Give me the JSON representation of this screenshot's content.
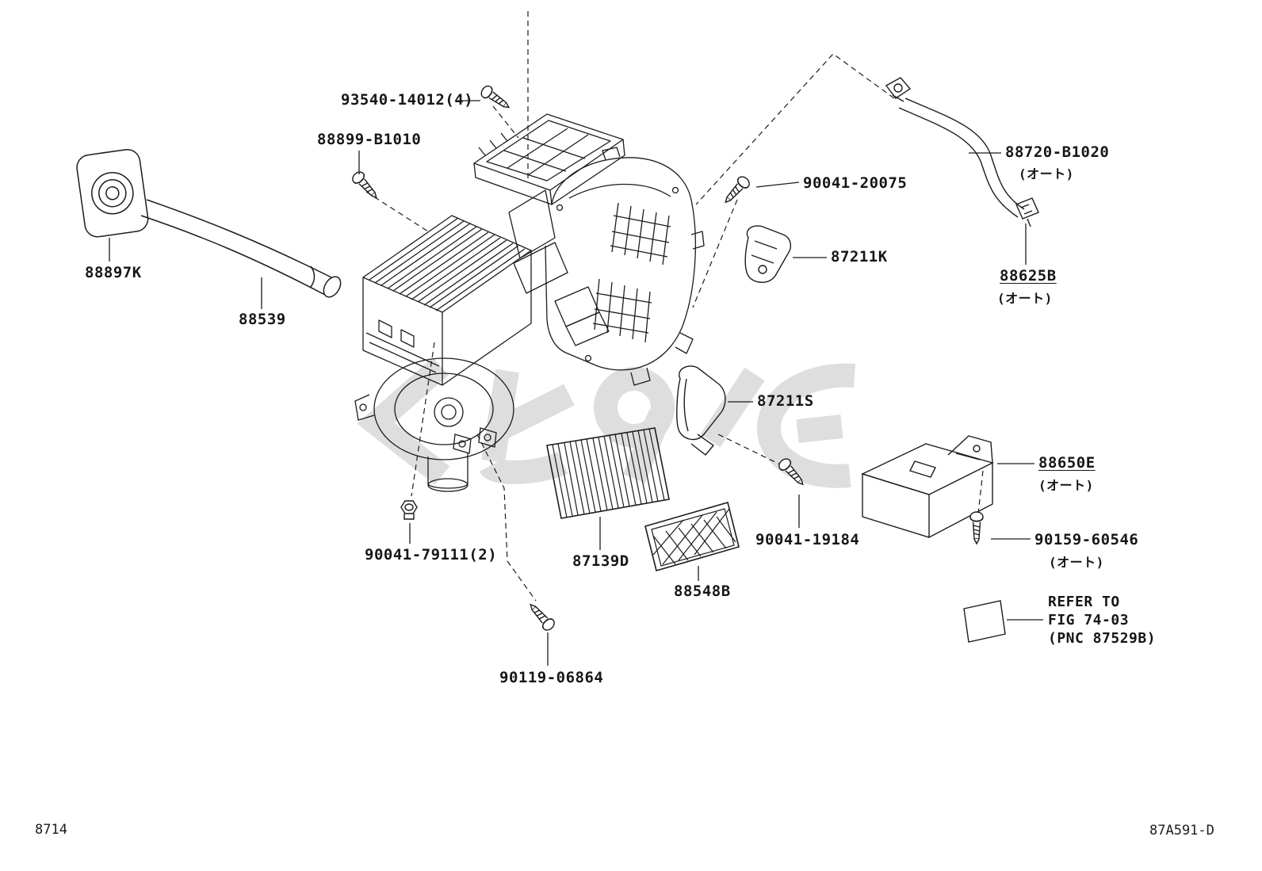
{
  "meta": {
    "figure_number": "8714",
    "drawing_code": "87A591-D"
  },
  "colors": {
    "background": "#ffffff",
    "line": "#1c1c1c",
    "watermark": "#dedede"
  },
  "parts": {
    "clip_93540": {
      "label": "93540-14012(4)"
    },
    "screw_88899": {
      "label": "88899-B1010"
    },
    "grommet_88897K": {
      "label": "88897K"
    },
    "hose_88539": {
      "label": "88539"
    },
    "screw_90041_20075": {
      "label": "90041-20075"
    },
    "servo_87211K": {
      "label": "87211K"
    },
    "hose_88720": {
      "label": "88720-B1020",
      "variant": "(オート)"
    },
    "clamp_88625B": {
      "label": "88625B",
      "variant": "(オート)"
    },
    "servo_87211S": {
      "label": "87211S"
    },
    "amplifier_88650E": {
      "label": "88650E",
      "variant": "(オート)"
    },
    "screw_90041_19184": {
      "label": "90041-19184"
    },
    "screw_90159_60546": {
      "label": "90159-60546",
      "variant": "(オート)"
    },
    "filter_87139D": {
      "label": "87139D"
    },
    "cover_88548B": {
      "label": "88548B"
    },
    "nut_90041_79111": {
      "label": "90041-79111(2)"
    },
    "screw_90119_06864": {
      "label": "90119-06864"
    }
  },
  "note": {
    "line1": "REFER TO",
    "line2": "FIG 74-03",
    "line3": "(PNC 87529B)"
  }
}
